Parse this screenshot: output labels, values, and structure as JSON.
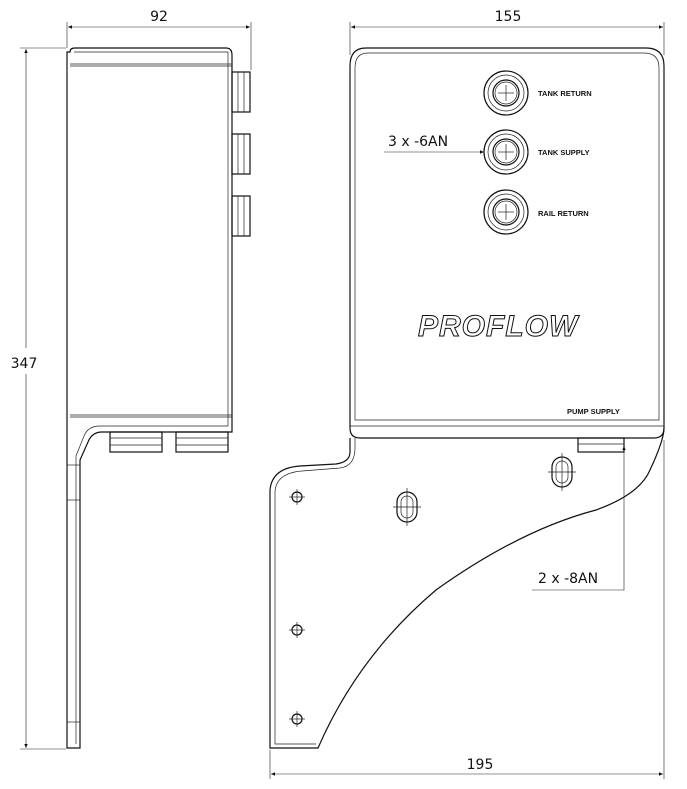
{
  "dimensions": {
    "side_width": "92",
    "front_width": "155",
    "height": "347",
    "bracket_width": "195"
  },
  "callouts": {
    "fittings_6an": "3 x -6AN",
    "fittings_8an": "2 x -8AN"
  },
  "port_labels": {
    "tank_return": "TANK RETURN",
    "tank_supply": "TANK SUPPLY",
    "rail_return": "RAIL RETURN",
    "pump_supply": "PUMP SUPPLY"
  },
  "brand": "PROFLOW"
}
